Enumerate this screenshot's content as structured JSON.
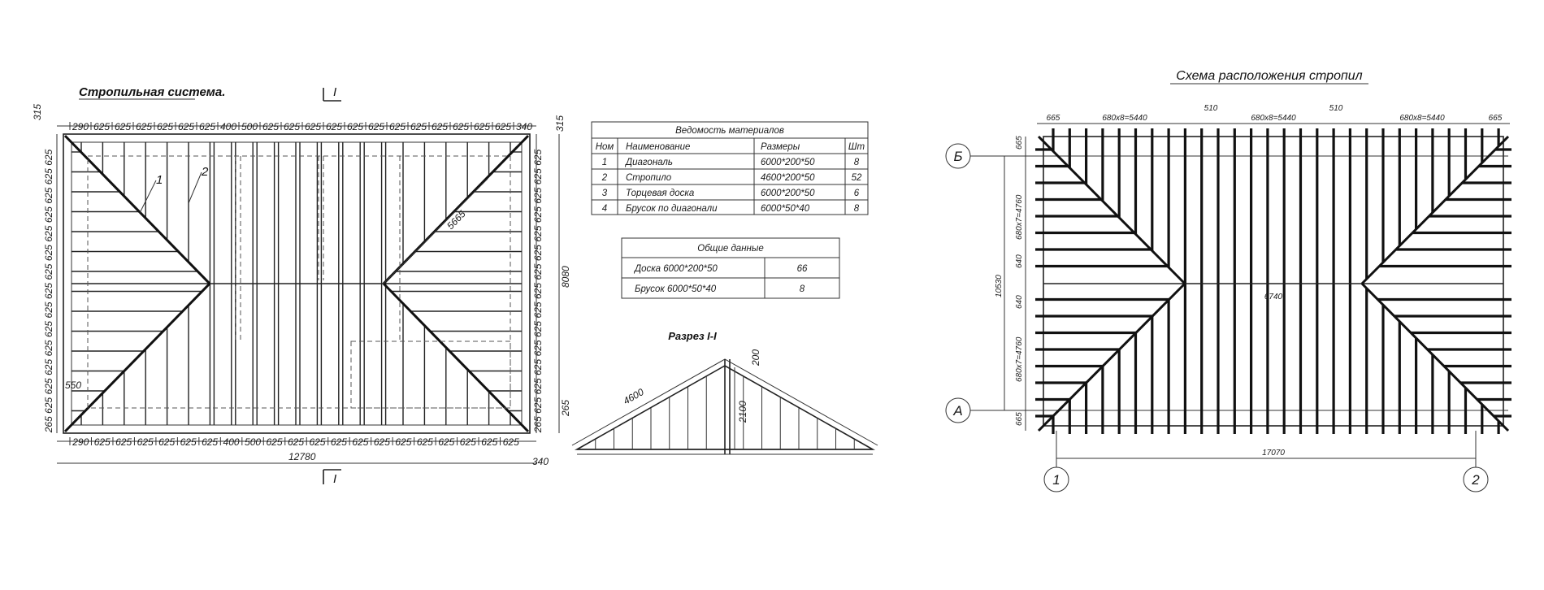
{
  "plan": {
    "title": "Стропильная система.",
    "section_mark": "I",
    "dim_top_left": "290",
    "dim_top_right": "340",
    "dim_left_top": "315",
    "dim_right_top": "315",
    "dim_bottom_left": "290",
    "dim_step": "625",
    "dim_center_a": "400",
    "dim_center_b": "500",
    "dim_right_height": "8080",
    "dim_diag_length": "5665",
    "dim_550": "550",
    "dim_265_left": "265",
    "dim_265_right": "265",
    "dim_total_length": "12780",
    "dim_bottom_right": "340",
    "callouts": [
      "1",
      "2"
    ]
  },
  "materials_table": {
    "title": "Ведомость материалов",
    "headers": [
      "Ном",
      "Наименование",
      "Размеры",
      "Шт"
    ],
    "rows": [
      [
        "1",
        "Диагональ",
        "6000*200*50",
        "8"
      ],
      [
        "2",
        "Стропило",
        "4600*200*50",
        "52"
      ],
      [
        "3",
        "Торцевая доска",
        "6000*200*50",
        "6"
      ],
      [
        "4",
        "Брусок по диагонали",
        "6000*50*40",
        "8"
      ]
    ]
  },
  "general_table": {
    "title": "Общие данные",
    "rows": [
      [
        "Доска  6000*200*50",
        "66"
      ],
      [
        "Брусок  6000*50*40",
        "8"
      ]
    ]
  },
  "section": {
    "title": "Разрез I-I",
    "dim_rafter": "4600",
    "dim_height": "2100",
    "dim_top": "200"
  },
  "layout_scheme": {
    "title": "Схема расположения стропил",
    "dim_edge": "665",
    "dim_group": "680x8=5440",
    "dim_gap": "510",
    "dim_side": "680x7=4760",
    "dim_mid": "640",
    "dim_height_total": "10530",
    "dim_ridge": "6740",
    "dim_total": "17070",
    "axis_letters": [
      "Б",
      "А"
    ],
    "axis_numbers": [
      "1",
      "2"
    ]
  }
}
